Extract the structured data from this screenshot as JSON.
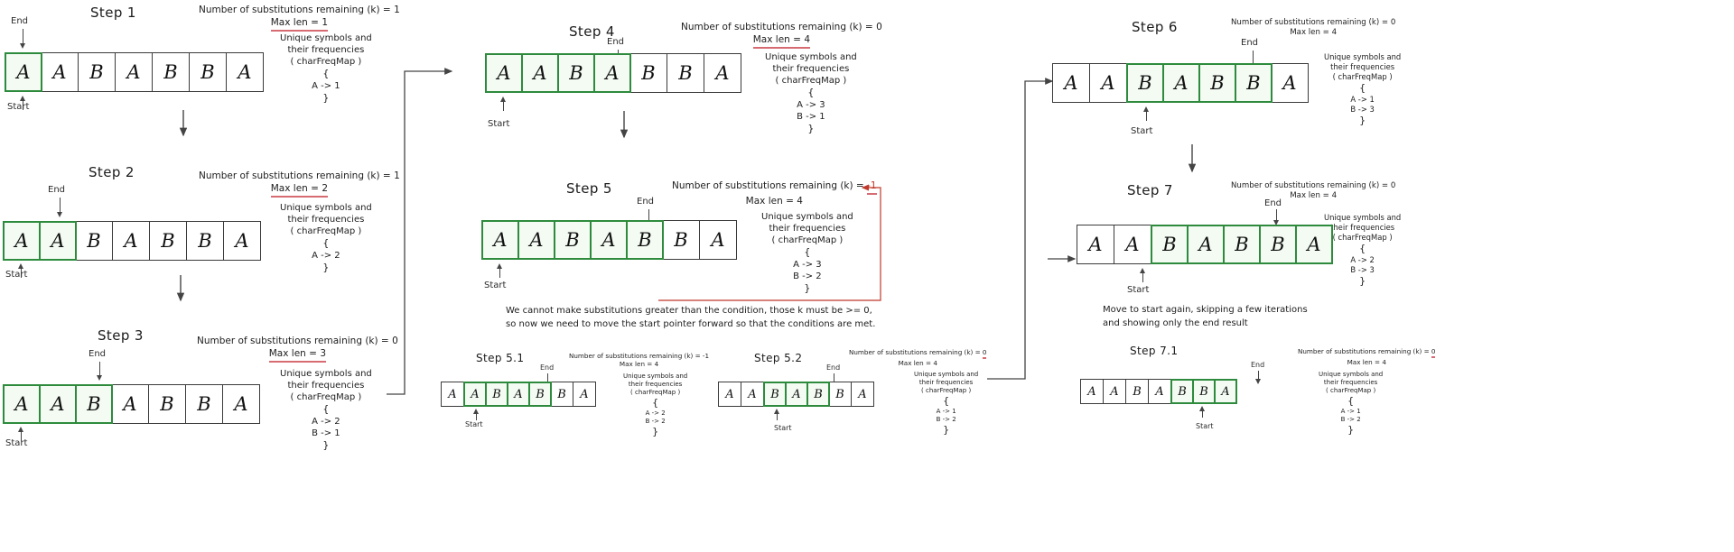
{
  "labels": {
    "start": "Start",
    "end": "End",
    "subs_prefix": "Number of substitutions remaining (k) = ",
    "maxlen_prefix": "Max len = ",
    "freq_header_1": "Unique symbols and",
    "freq_header_2": "their frequencies",
    "freq_header_3": "( charFreqMap )",
    "brace_open": "{",
    "brace_close": "}"
  },
  "colors": {
    "highlight": "#2e8b3d",
    "underline": "#d76b72",
    "red_accent": "#c0392b",
    "ink": "#1d1d1d"
  },
  "steps": [
    {
      "id": "step1",
      "title": "Step 1",
      "cells": [
        "A",
        "A",
        "B",
        "A",
        "B",
        "B",
        "A"
      ],
      "highlight_from": 0,
      "highlight_to": 0,
      "start_index": 0,
      "end_index": 0,
      "k": "1",
      "max_len": "1",
      "freq": [
        {
          "text": "A -> 1",
          "underline": true
        }
      ]
    },
    {
      "id": "step2",
      "title": "Step 2",
      "cells": [
        "A",
        "A",
        "B",
        "A",
        "B",
        "B",
        "A"
      ],
      "highlight_from": 0,
      "highlight_to": 1,
      "start_index": 0,
      "end_index": 1,
      "k": "1",
      "max_len": "2",
      "freq": [
        {
          "text": "A -> 2",
          "underline": true
        }
      ]
    },
    {
      "id": "step3",
      "title": "Step 3",
      "cells": [
        "A",
        "A",
        "B",
        "A",
        "B",
        "B",
        "A"
      ],
      "highlight_from": 0,
      "highlight_to": 2,
      "start_index": 0,
      "end_index": 2,
      "k": "0",
      "max_len": "3",
      "freq": [
        {
          "text": "A -> 2",
          "underline": false
        },
        {
          "text": "B -> 1",
          "underline": true
        }
      ]
    },
    {
      "id": "step4",
      "title": "Step 4",
      "cells": [
        "A",
        "A",
        "B",
        "A",
        "B",
        "B",
        "A"
      ],
      "highlight_from": 0,
      "highlight_to": 3,
      "start_index": 0,
      "end_index": 3,
      "k": "0",
      "max_len": "4",
      "freq": [
        {
          "text": "A -> 3",
          "underline": true
        },
        {
          "text": "B -> 1",
          "underline": false
        }
      ]
    },
    {
      "id": "step5",
      "title": "Step 5",
      "cells": [
        "A",
        "A",
        "B",
        "A",
        "B",
        "B",
        "A"
      ],
      "highlight_from": 0,
      "highlight_to": 4,
      "start_index": 0,
      "end_index": 4,
      "k": "-1",
      "max_len": "4",
      "k_is_red": true,
      "freq": [
        {
          "text": "A -> 3",
          "underline": false
        },
        {
          "text": "B -> 2",
          "underline": true
        }
      ]
    },
    {
      "id": "step5_1",
      "title": "Step 5.1",
      "cells": [
        "A",
        "A",
        "B",
        "A",
        "B",
        "B",
        "A"
      ],
      "highlight_from": 1,
      "highlight_to": 4,
      "start_index": 1,
      "end_index": 4,
      "k": "-1",
      "max_len": "4",
      "freq": [
        {
          "text": "A -> 2",
          "underline": true
        },
        {
          "text": "B -> 2",
          "underline": false
        }
      ]
    },
    {
      "id": "step5_2",
      "title": "Step 5.2",
      "cells": [
        "A",
        "A",
        "B",
        "A",
        "B",
        "B",
        "A"
      ],
      "highlight_from": 2,
      "highlight_to": 4,
      "start_index": 2,
      "end_index": 4,
      "k": "0",
      "max_len": "4",
      "freq": [
        {
          "text": "A -> 1",
          "underline": true
        },
        {
          "text": "B -> 2",
          "underline": false
        }
      ]
    },
    {
      "id": "step6",
      "title": "Step 6",
      "cells": [
        "A",
        "A",
        "B",
        "A",
        "B",
        "B",
        "A"
      ],
      "highlight_from": 2,
      "highlight_to": 5,
      "start_index": 2,
      "end_index": 5,
      "k": "0",
      "max_len": "4",
      "freq": [
        {
          "text": "A -> 1",
          "underline": false
        },
        {
          "text": "B -> 3",
          "underline": true
        }
      ]
    },
    {
      "id": "step7",
      "title": "Step 7",
      "cells": [
        "A",
        "A",
        "B",
        "A",
        "B",
        "B",
        "A"
      ],
      "highlight_from": 2,
      "highlight_to": 6,
      "start_index": 2,
      "end_index": 6,
      "k": "0",
      "max_len": "4",
      "freq": [
        {
          "text": "A -> 2",
          "underline": false
        },
        {
          "text": "B -> 3",
          "underline": false
        }
      ]
    },
    {
      "id": "step7_1",
      "title": "Step 7.1",
      "cells": [
        "A",
        "A",
        "B",
        "A",
        "B",
        "B",
        "A"
      ],
      "highlight_from": 4,
      "highlight_to": 6,
      "start_index": 4,
      "end_index": 6,
      "k": "0",
      "max_len": "4",
      "freq": [
        {
          "text": "A -> 1",
          "underline": true
        },
        {
          "text": "B -> 2",
          "underline": false
        }
      ]
    }
  ],
  "notes": {
    "constraint_line1": "We cannot make substitutions greater than the condition, those k must be >= 0,",
    "constraint_line2": "so now we need to move the start pointer forward so that the conditions are met.",
    "move_start_line1": "Move to start again, skipping a few iterations",
    "move_start_line2": "and showing only the end result"
  }
}
